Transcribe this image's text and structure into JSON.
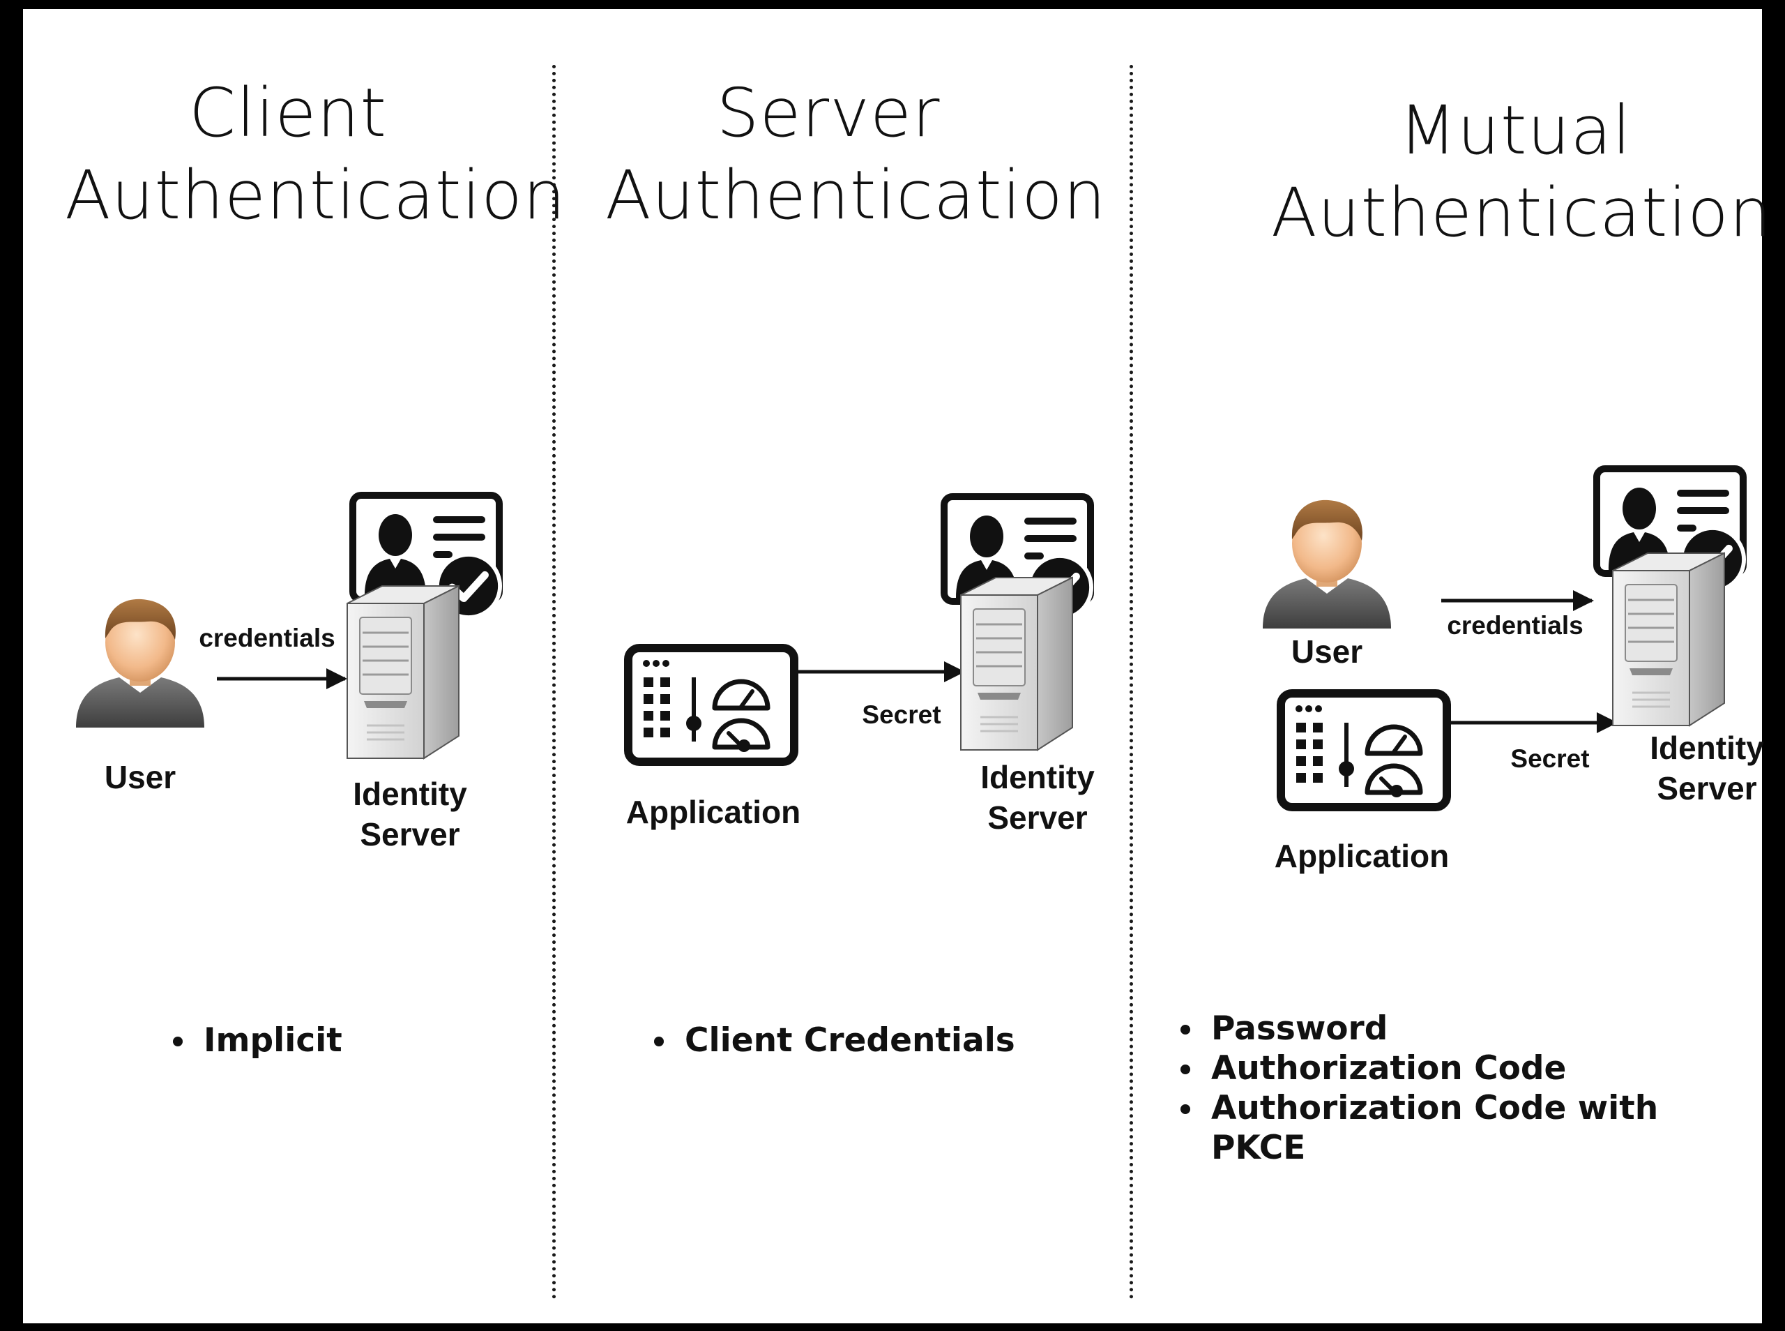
{
  "panels": [
    {
      "title_line1": "Client",
      "title_line2": "Authentication",
      "user_label": "User",
      "arrow_label": "credentials",
      "server_label_line1": "Identity",
      "server_label_line2": "Server",
      "flows": [
        "Implicit"
      ]
    },
    {
      "title_line1": "Server",
      "title_line2": "Authentication",
      "app_label": "Application",
      "arrow_label": "Secret",
      "server_label_line1": "Identity",
      "server_label_line2": "Server",
      "flows": [
        "Client Credentials"
      ]
    },
    {
      "title_line1": "Mutual",
      "title_line2": "Authentication",
      "user_label": "User",
      "user_arrow_label": "credentials",
      "app_label": "Application",
      "app_arrow_label": "Secret",
      "server_label_line1": "Identity",
      "server_label_line2": "Server",
      "flows": [
        "Password",
        "Authorization Code",
        "Authorization Code with PKCE"
      ]
    }
  ],
  "colors": {
    "background": "#000000",
    "slide": "#ffffff",
    "skin": "#f2b98a",
    "hair": "#8a5a2b",
    "shirt": "#5a5a5a",
    "server_body": "#d9d9d9"
  },
  "icons": [
    "user-icon",
    "identity-card-icon",
    "check-badge-icon",
    "server-tower-icon",
    "application-dashboard-icon",
    "arrow-icon"
  ]
}
